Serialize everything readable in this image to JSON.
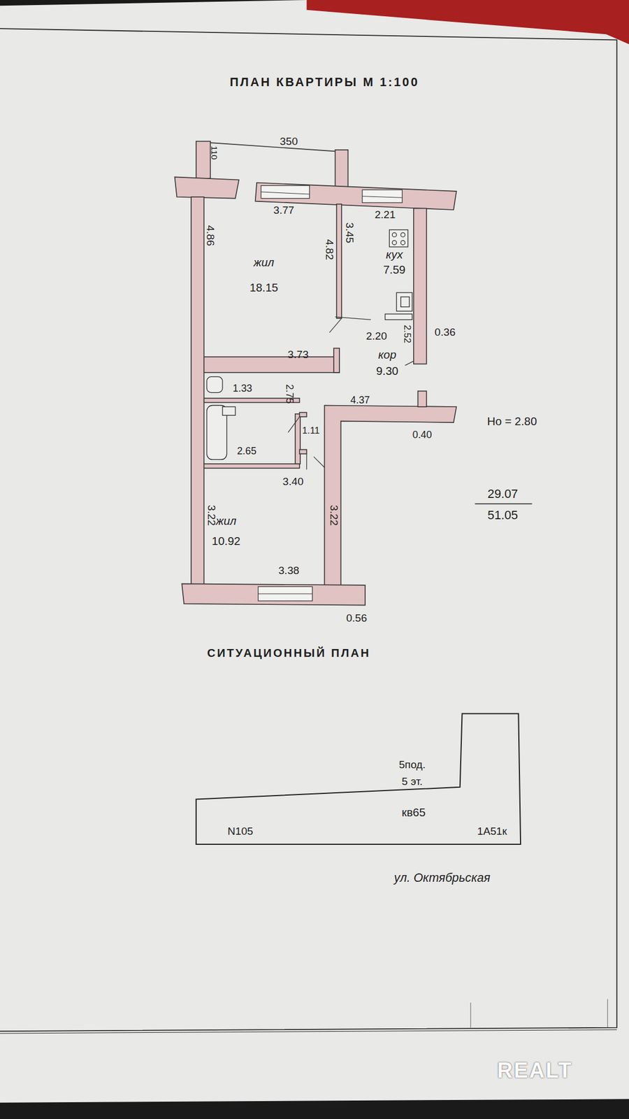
{
  "diagram": {
    "title": "ПЛАН КВАРТИРЫ М 1:100",
    "labels": [
      "350",
      "110",
      "3.77",
      "2.21",
      "4.86",
      "4.82",
      "3.45",
      "жил",
      "18.15",
      "кух",
      "7.59",
      "2.20",
      "2.52",
      "0.36",
      "3.73",
      "кор",
      "9.30",
      "1.33",
      "2.75",
      "4.37",
      "1.11",
      "0.40",
      "Hо = 2.80",
      "2.65",
      "3.40",
      "29.07",
      "51.05",
      "3.22",
      "жил",
      "3.22",
      "10.92",
      "3.38",
      "0.56",
      "СИТУАЦИОННЫЙ ПЛАН",
      "5под.",
      "5 эт.",
      "кв65",
      "N105",
      "1А51к",
      "ул. Октябрьская",
      "REALT"
    ]
  }
}
